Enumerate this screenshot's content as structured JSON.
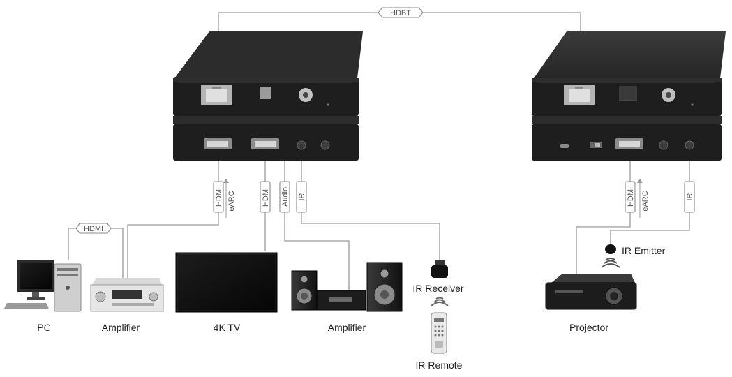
{
  "cables": {
    "hdbt": "HDBT",
    "hdmi_pc": "HDMI",
    "hdmi_left": "HDMI",
    "earc_left": "eARC",
    "hdmi_tv": "HDMI",
    "audio": "Audio",
    "ir_left": "IR",
    "hdmi_right": "HDMI",
    "earc_right": "eARC",
    "ir_right": "IR"
  },
  "devices": {
    "pc": "PC",
    "amplifier_1": "Amplifier",
    "tv": "4K TV",
    "amplifier_2": "Amplifier",
    "ir_receiver": "IR Receiver",
    "ir_remote": "IR Remote",
    "ir_emitter": "IR Emitter",
    "projector": "Projector"
  }
}
